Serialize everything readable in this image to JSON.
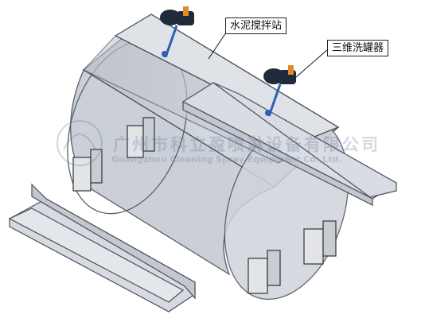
{
  "callouts": {
    "station": "水泥搅拌站",
    "tank": "三维洗罐器"
  },
  "watermark": {
    "cn": "广州市科立盈喷淋设备有限公司",
    "en": "Guangzhou Cleaning Spray Equipment Co.,Ltd."
  },
  "colors": {
    "tank_fill": "#c9cdd6",
    "tank_stroke": "#4b4f57",
    "rail_fill": "#d7dae0",
    "motor_dark": "#1f2a3a",
    "nozzle_blue": "#2f5fb0",
    "valve_orange": "#e08a2a"
  }
}
